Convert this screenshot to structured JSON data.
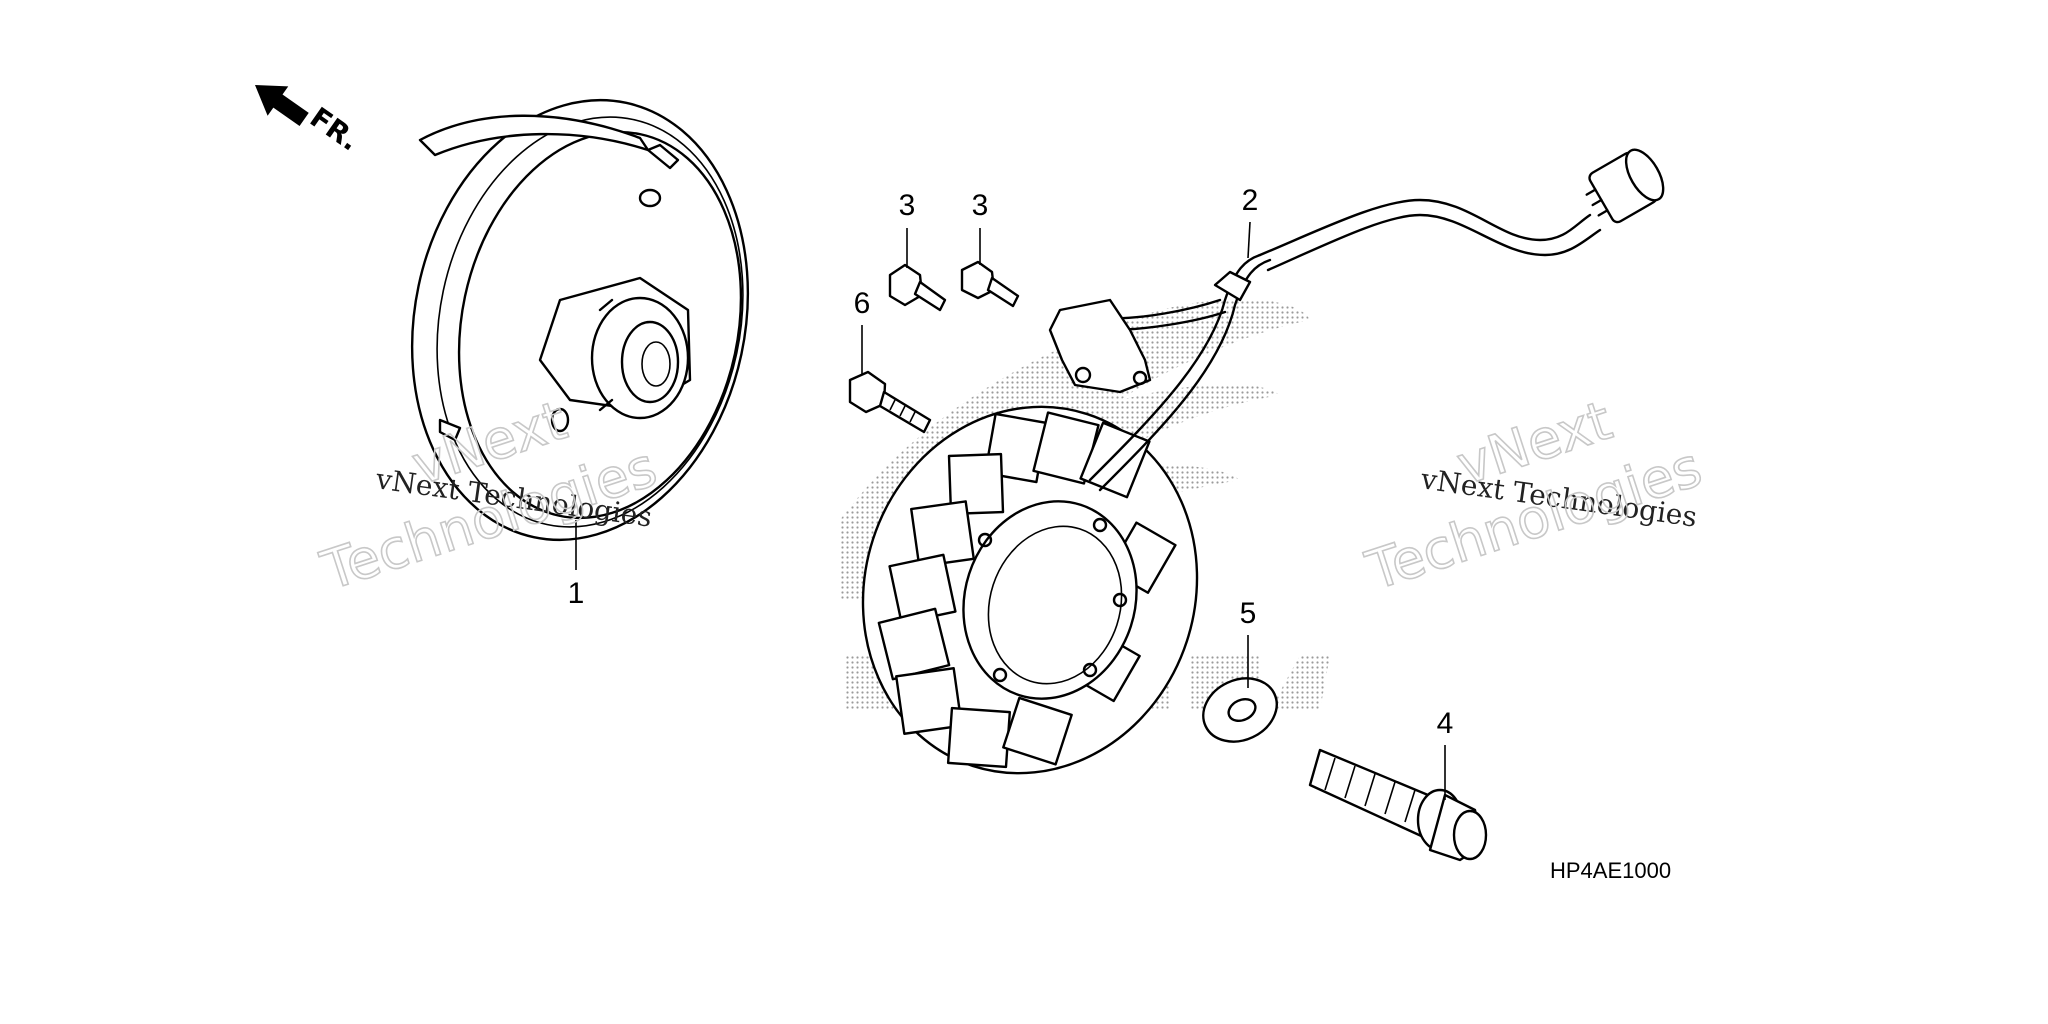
{
  "diagram": {
    "direction_label": "FR.",
    "drawing_code": "HP4AE1000",
    "watermarks": [
      {
        "line1": "vNext Technologies",
        "big1": "vNext",
        "big2": "Technologies"
      },
      {
        "line1": "vNext Technologies",
        "big1": "vNext",
        "big2": "Technologies"
      }
    ],
    "callouts": [
      {
        "id": "1",
        "label": "1",
        "part": "flywheel"
      },
      {
        "id": "2",
        "label": "2",
        "part": "stator wire harness"
      },
      {
        "id": "3a",
        "label": "3",
        "part": "pulser bolt"
      },
      {
        "id": "3b",
        "label": "3",
        "part": "pulser bolt"
      },
      {
        "id": "4",
        "label": "4",
        "part": "flange bolt"
      },
      {
        "id": "5",
        "label": "5",
        "part": "washer"
      },
      {
        "id": "6",
        "label": "6",
        "part": "stator bolt"
      }
    ],
    "colors": {
      "line": "#000000",
      "background": "#ffffff",
      "logo_dots": "#9a9a9a",
      "watermark": "#c8c8c8"
    }
  }
}
